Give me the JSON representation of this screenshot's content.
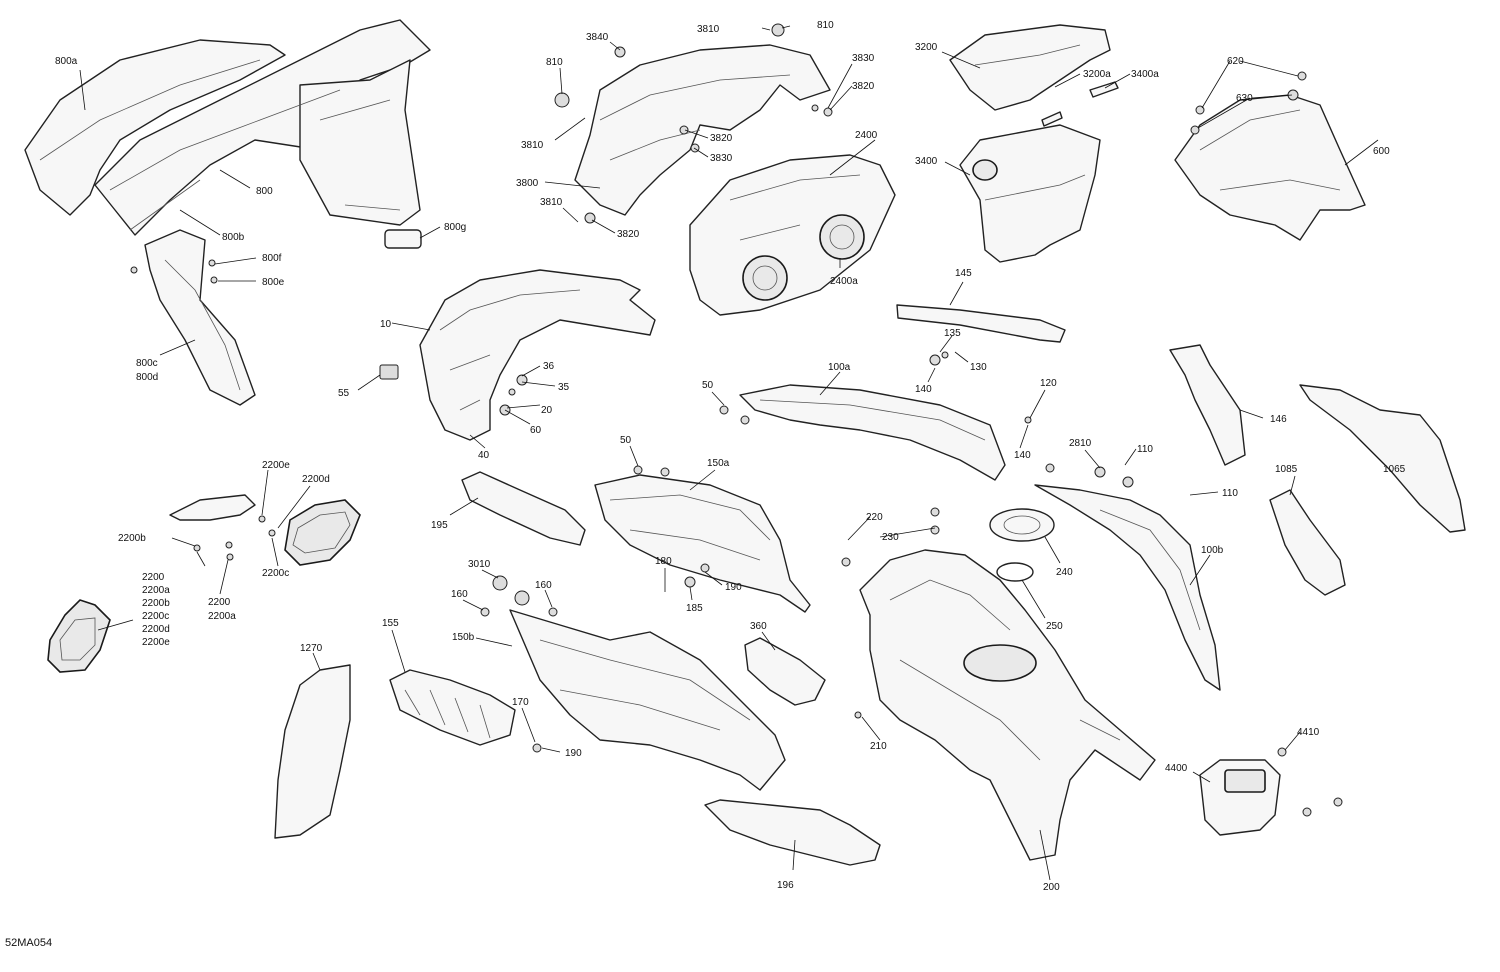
{
  "diagram_code": "52MA054",
  "labels": {
    "l800a": "800a",
    "l800": "800",
    "l800b": "800b",
    "l800g": "800g",
    "l800f": "800f",
    "l800e": "800e",
    "l800c": "800c",
    "l800d": "800d",
    "l3840": "3840",
    "l3810a": "3810",
    "l810a": "810",
    "l810b": "810",
    "l3830a": "3830",
    "l3820a": "3820",
    "l3810b": "3810",
    "l3820b": "3820",
    "l3830b": "3830",
    "l3800": "3800",
    "l3810c": "3810",
    "l3820c": "3820",
    "l3200": "3200",
    "l3200a": "3200a",
    "l3400a": "3400a",
    "l3400": "3400",
    "l2400": "2400",
    "l2400a": "2400a",
    "l620": "620",
    "l630": "630",
    "l600": "600",
    "l10": "10",
    "l55": "55",
    "l36": "36",
    "l35": "35",
    "l20": "20",
    "l60": "60",
    "l40": "40",
    "l145": "145",
    "l135": "135",
    "l130": "130",
    "l140a": "140",
    "l50a": "50",
    "l100a": "100a",
    "l120": "120",
    "l140b": "140",
    "l2810": "2810",
    "l110a": "110",
    "l110b": "110",
    "l146": "146",
    "l1085": "1085",
    "l1065": "1065",
    "l100b": "100b",
    "l2200e": "2200e",
    "l2200d": "2200d",
    "l2200b": "2200b",
    "l2200c": "2200c",
    "l2200_1": "2200",
    "l2200a_1": "2200a",
    "l2200_2": "2200",
    "l2200a_2": "2200a",
    "l2200b_2": "2200b",
    "l2200c_2": "2200c",
    "l2200d_2": "2200d",
    "l2200e_2": "2200e",
    "l195": "195",
    "l50b": "50",
    "l150a": "150a",
    "l180": "180",
    "l190a": "190",
    "l185": "185",
    "l3010": "3010",
    "l160a": "160",
    "l160b": "160",
    "l150b": "150b",
    "l155": "155",
    "l170": "170",
    "l190b": "190",
    "l360": "360",
    "l1270": "1270",
    "l196": "196",
    "l220": "220",
    "l230": "230",
    "l240": "240",
    "l250": "250",
    "l210": "210",
    "l200": "200",
    "l4410": "4410",
    "l4400": "4400"
  }
}
